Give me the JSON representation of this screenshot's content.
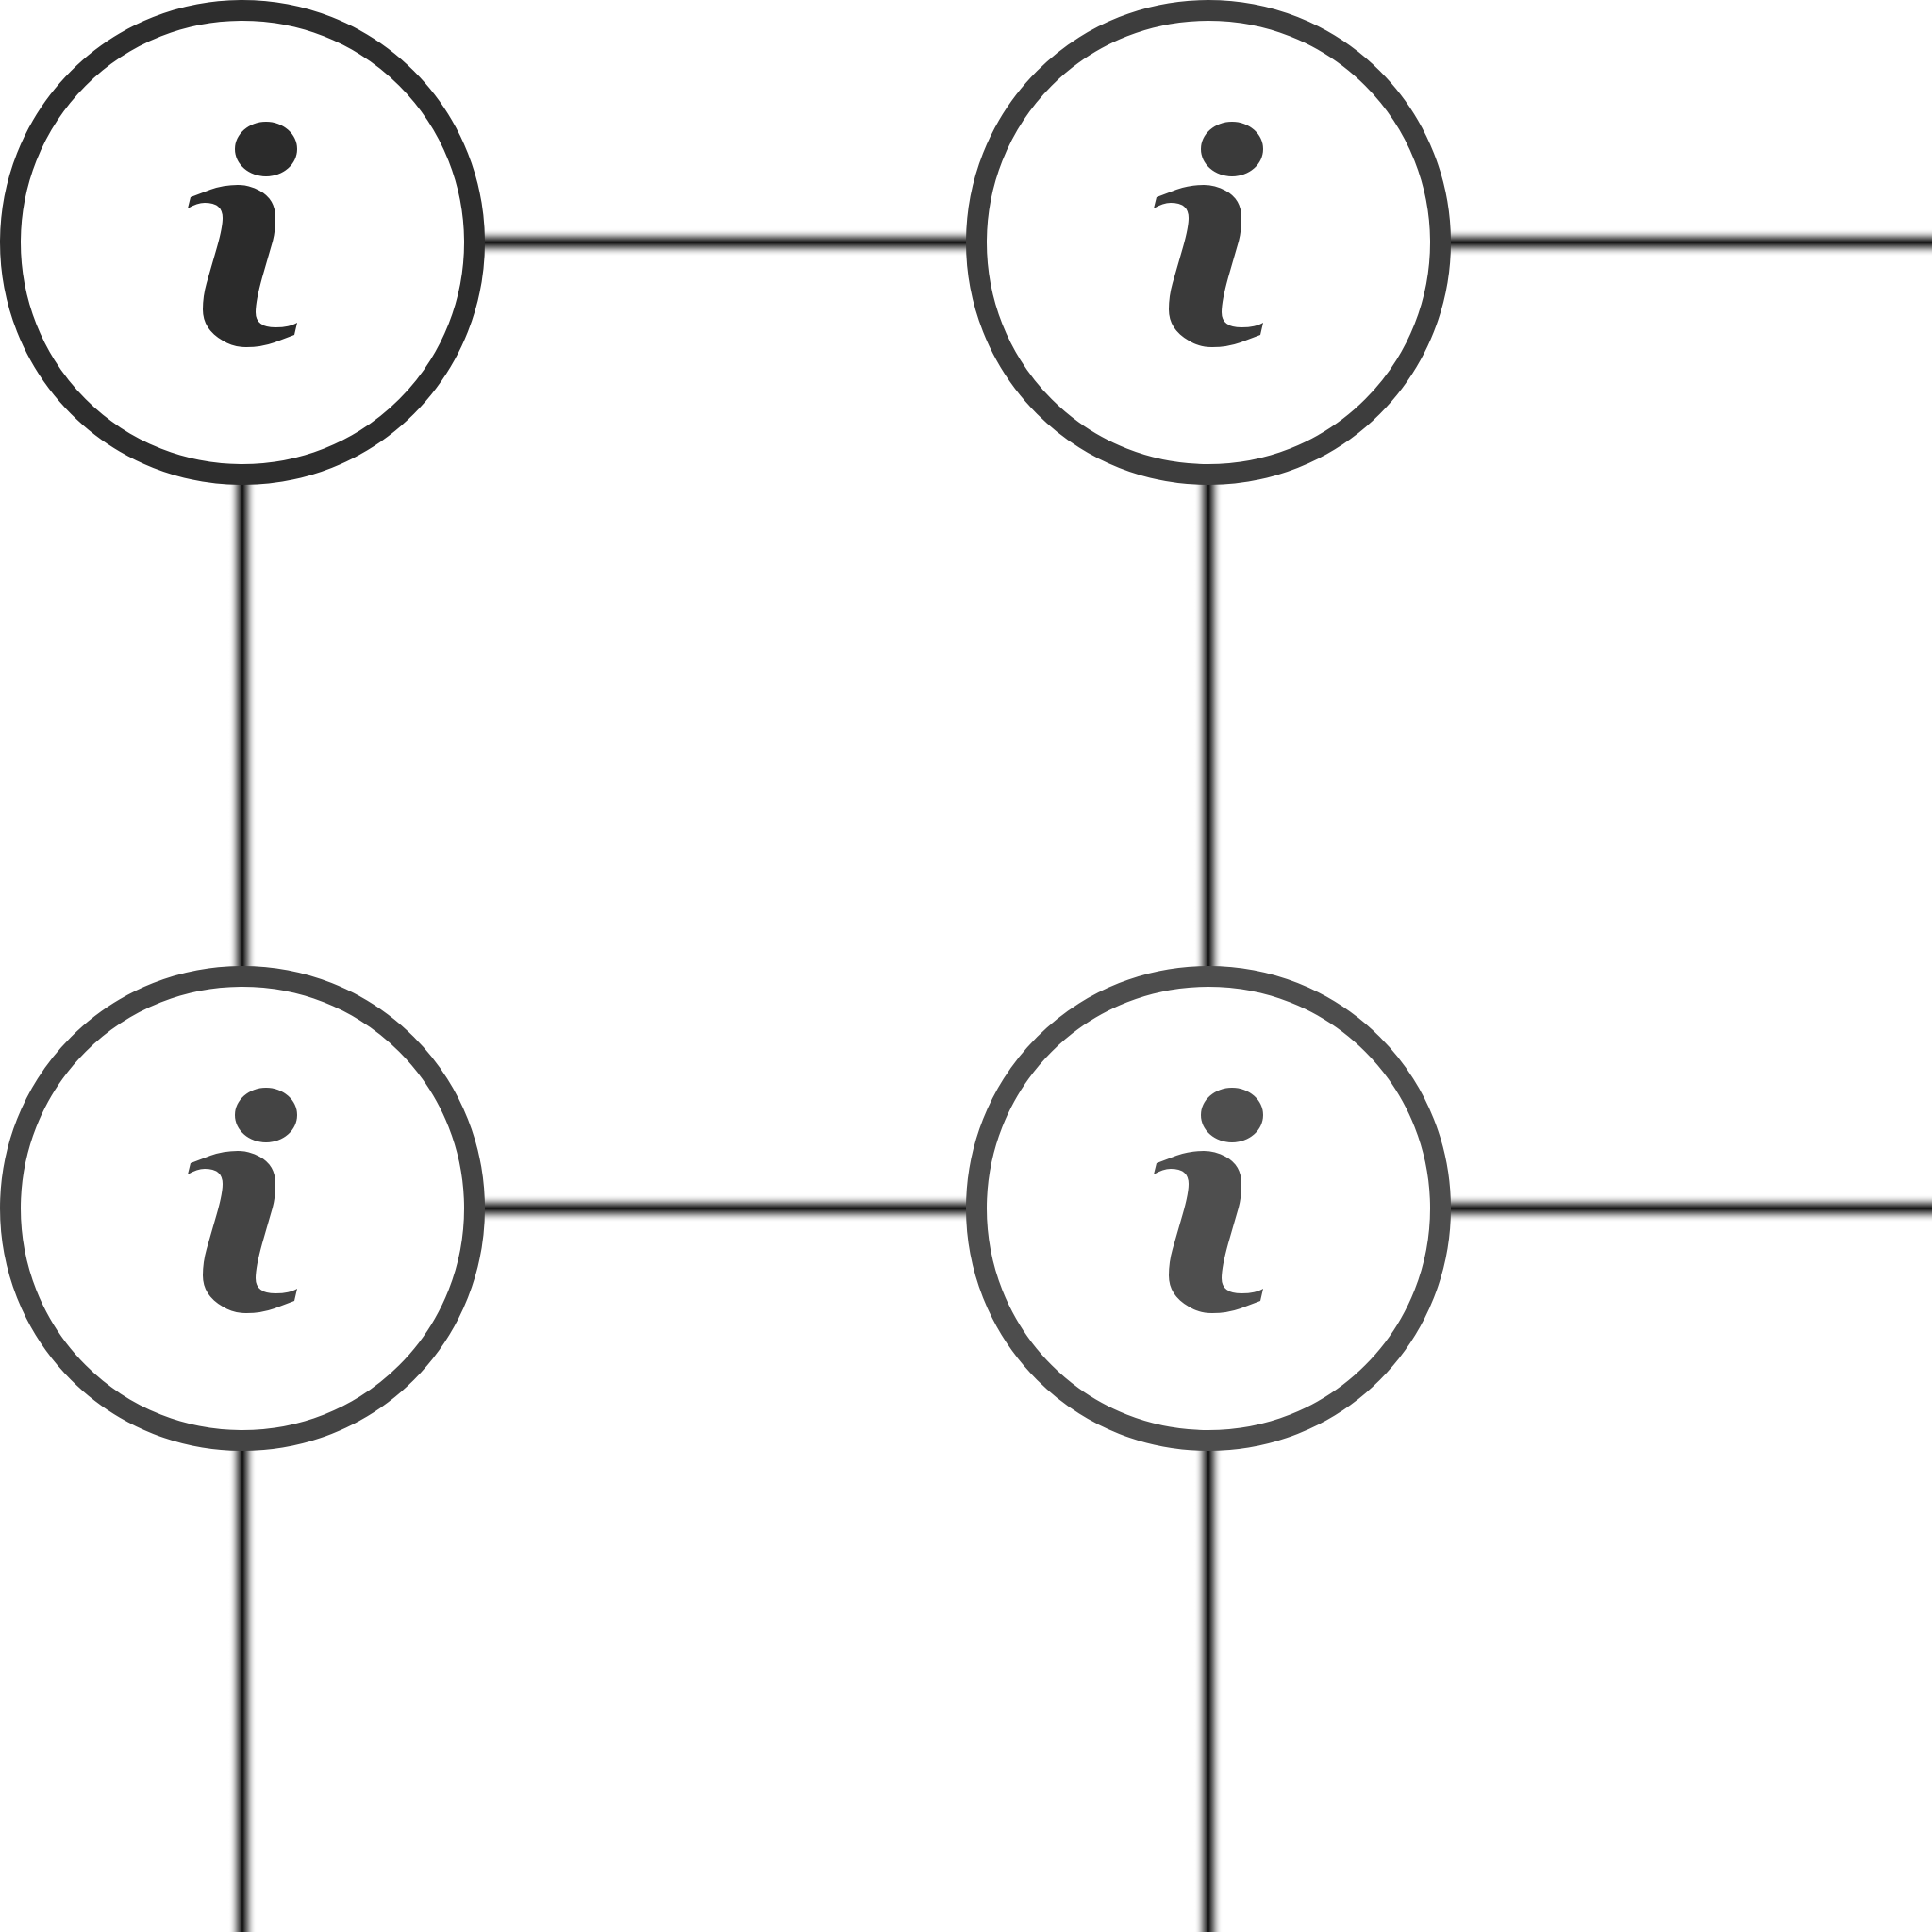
{
  "colors": {
    "background": "#ffffff",
    "node_fill": "#ffffff",
    "connector": "#111111",
    "connector_glow": "#9a9a9a",
    "node_strokes": [
      "#2d2d2d",
      "#3d3d3d",
      "#444444",
      "#4d4d4d"
    ],
    "glyph_fills": [
      "#2b2b2b",
      "#3a3a3a",
      "#444444",
      "#4e4e4e"
    ]
  },
  "nodes": [
    {
      "id": "top-left",
      "glyph": "info-icon"
    },
    {
      "id": "top-right",
      "glyph": "info-icon"
    },
    {
      "id": "bottom-left",
      "glyph": "info-icon"
    },
    {
      "id": "bottom-right",
      "glyph": "info-icon"
    }
  ],
  "connections": [
    [
      "top-left",
      "top-right"
    ],
    [
      "top-left",
      "bottom-left"
    ],
    [
      "top-right",
      "bottom-right"
    ],
    [
      "bottom-left",
      "bottom-right"
    ]
  ],
  "grid": {
    "rows": 2,
    "cols": 2,
    "continues": [
      "right",
      "down"
    ]
  }
}
